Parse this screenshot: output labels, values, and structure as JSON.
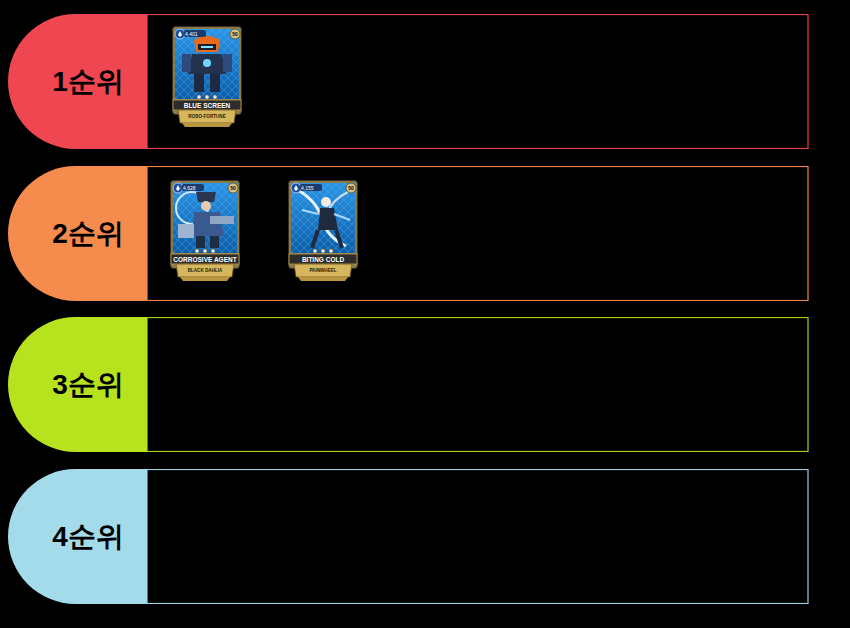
{
  "diagram": {
    "nodes": [
      {
        "text": [
          "1순위"
        ]
      },
      {
        "text": [
          "4,401",
          "50",
          "BLUE SCREEN",
          "ROBO-FORTUNE"
        ],
        "in": 0
      },
      {
        "text": [
          "2순위"
        ]
      },
      {
        "text": [
          "4,628",
          "50",
          "CORROSIVE AGENT",
          "BLACK DAHLIA"
        ],
        "in": 2
      },
      {
        "text": [
          "4,155",
          "50",
          "BITING COLD",
          "PAINWHEEL"
        ],
        "in": 2
      },
      {
        "text": [
          "3순위"
        ]
      },
      {
        "text": [
          "4순위"
        ]
      }
    ]
  }
}
